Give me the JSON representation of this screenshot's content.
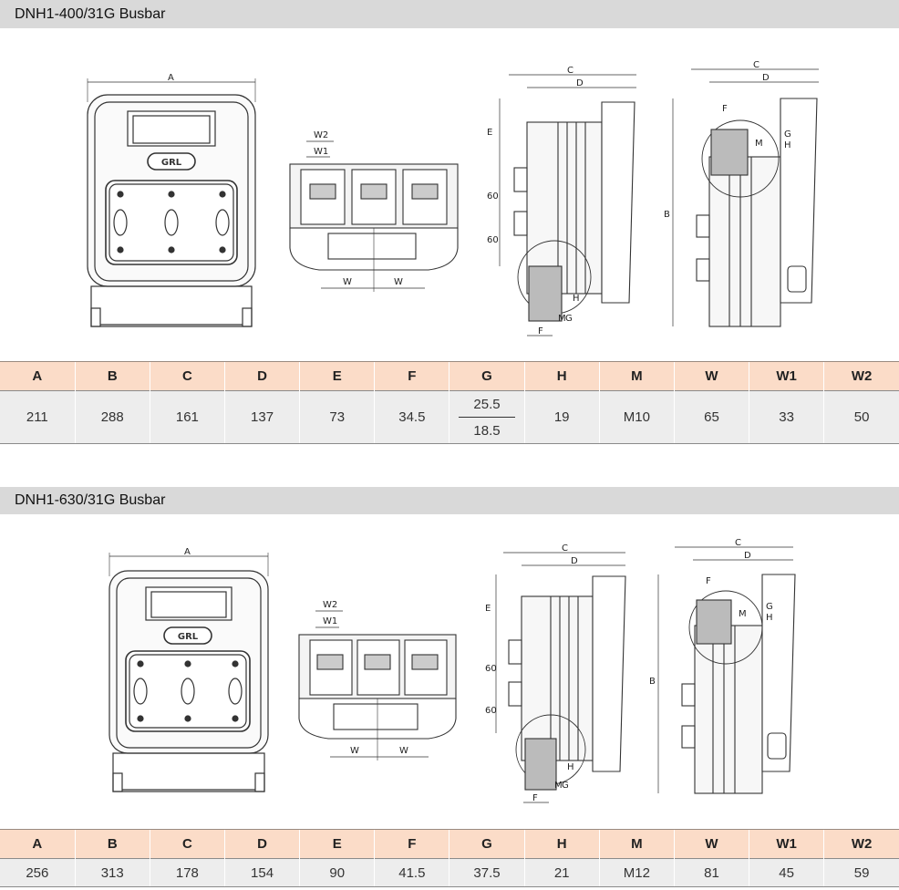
{
  "sections": [
    {
      "title": "DNH1-400/31G Busbar",
      "logo_text": "GRL",
      "dim_labels": {
        "A": "A",
        "B": "B",
        "C": "C",
        "D": "D",
        "E": "E",
        "F": "F",
        "G": "G",
        "H": "H",
        "M": "M",
        "W": "W",
        "W1": "W1",
        "W2": "W2",
        "s60": "60"
      },
      "headers": [
        "A",
        "B",
        "C",
        "D",
        "E",
        "F",
        "G",
        "H",
        "M",
        "W",
        "W1",
        "W2"
      ],
      "values": [
        "211",
        "288",
        "161",
        "137",
        "73",
        "34.5",
        "",
        "19",
        "M10",
        "65",
        "33",
        "50"
      ],
      "g_split": [
        "25.5",
        "18.5"
      ]
    },
    {
      "title": "DNH1-630/31G Busbar",
      "logo_text": "GRL",
      "dim_labels": {
        "A": "A",
        "B": "B",
        "C": "C",
        "D": "D",
        "E": "E",
        "F": "F",
        "G": "G",
        "H": "H",
        "M": "M",
        "W": "W",
        "W1": "W1",
        "W2": "W2",
        "s60": "60"
      },
      "headers": [
        "A",
        "B",
        "C",
        "D",
        "E",
        "F",
        "G",
        "H",
        "M",
        "W",
        "W1",
        "W2"
      ],
      "values": [
        "256",
        "313",
        "178",
        "154",
        "90",
        "41.5",
        "37.5",
        "21",
        "M12",
        "81",
        "45",
        "59"
      ]
    }
  ],
  "colors": {
    "header_bg": "#fbdcc8",
    "row_bg": "#ededed",
    "title_bg": "#d9d9d9",
    "line": "#333333"
  }
}
